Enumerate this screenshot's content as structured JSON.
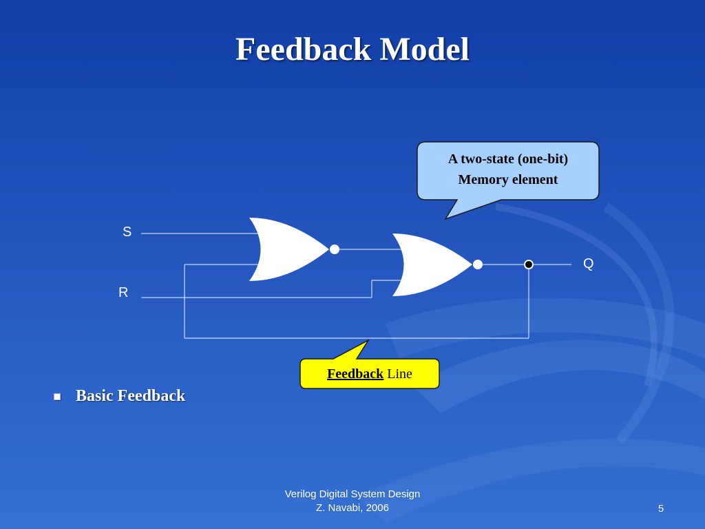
{
  "slide": {
    "title": "Feedback Model",
    "bullet": "Basic Feedback",
    "footer_line1": "Verilog Digital System Design",
    "footer_line2": "Z. Navabi, 2006",
    "page_number": "5"
  },
  "circuit": {
    "input_s": "S",
    "input_r": "R",
    "output_q": "Q"
  },
  "callouts": {
    "memory_line1": "A two-state (one-bit)",
    "memory_line2": "Memory element",
    "feedback_word1": "Feedback",
    "feedback_word2": "Line"
  },
  "colors": {
    "memory_callout_fill": "#a8d0ff",
    "feedback_callout_fill": "#ffff00",
    "wire": "#ffffff"
  }
}
